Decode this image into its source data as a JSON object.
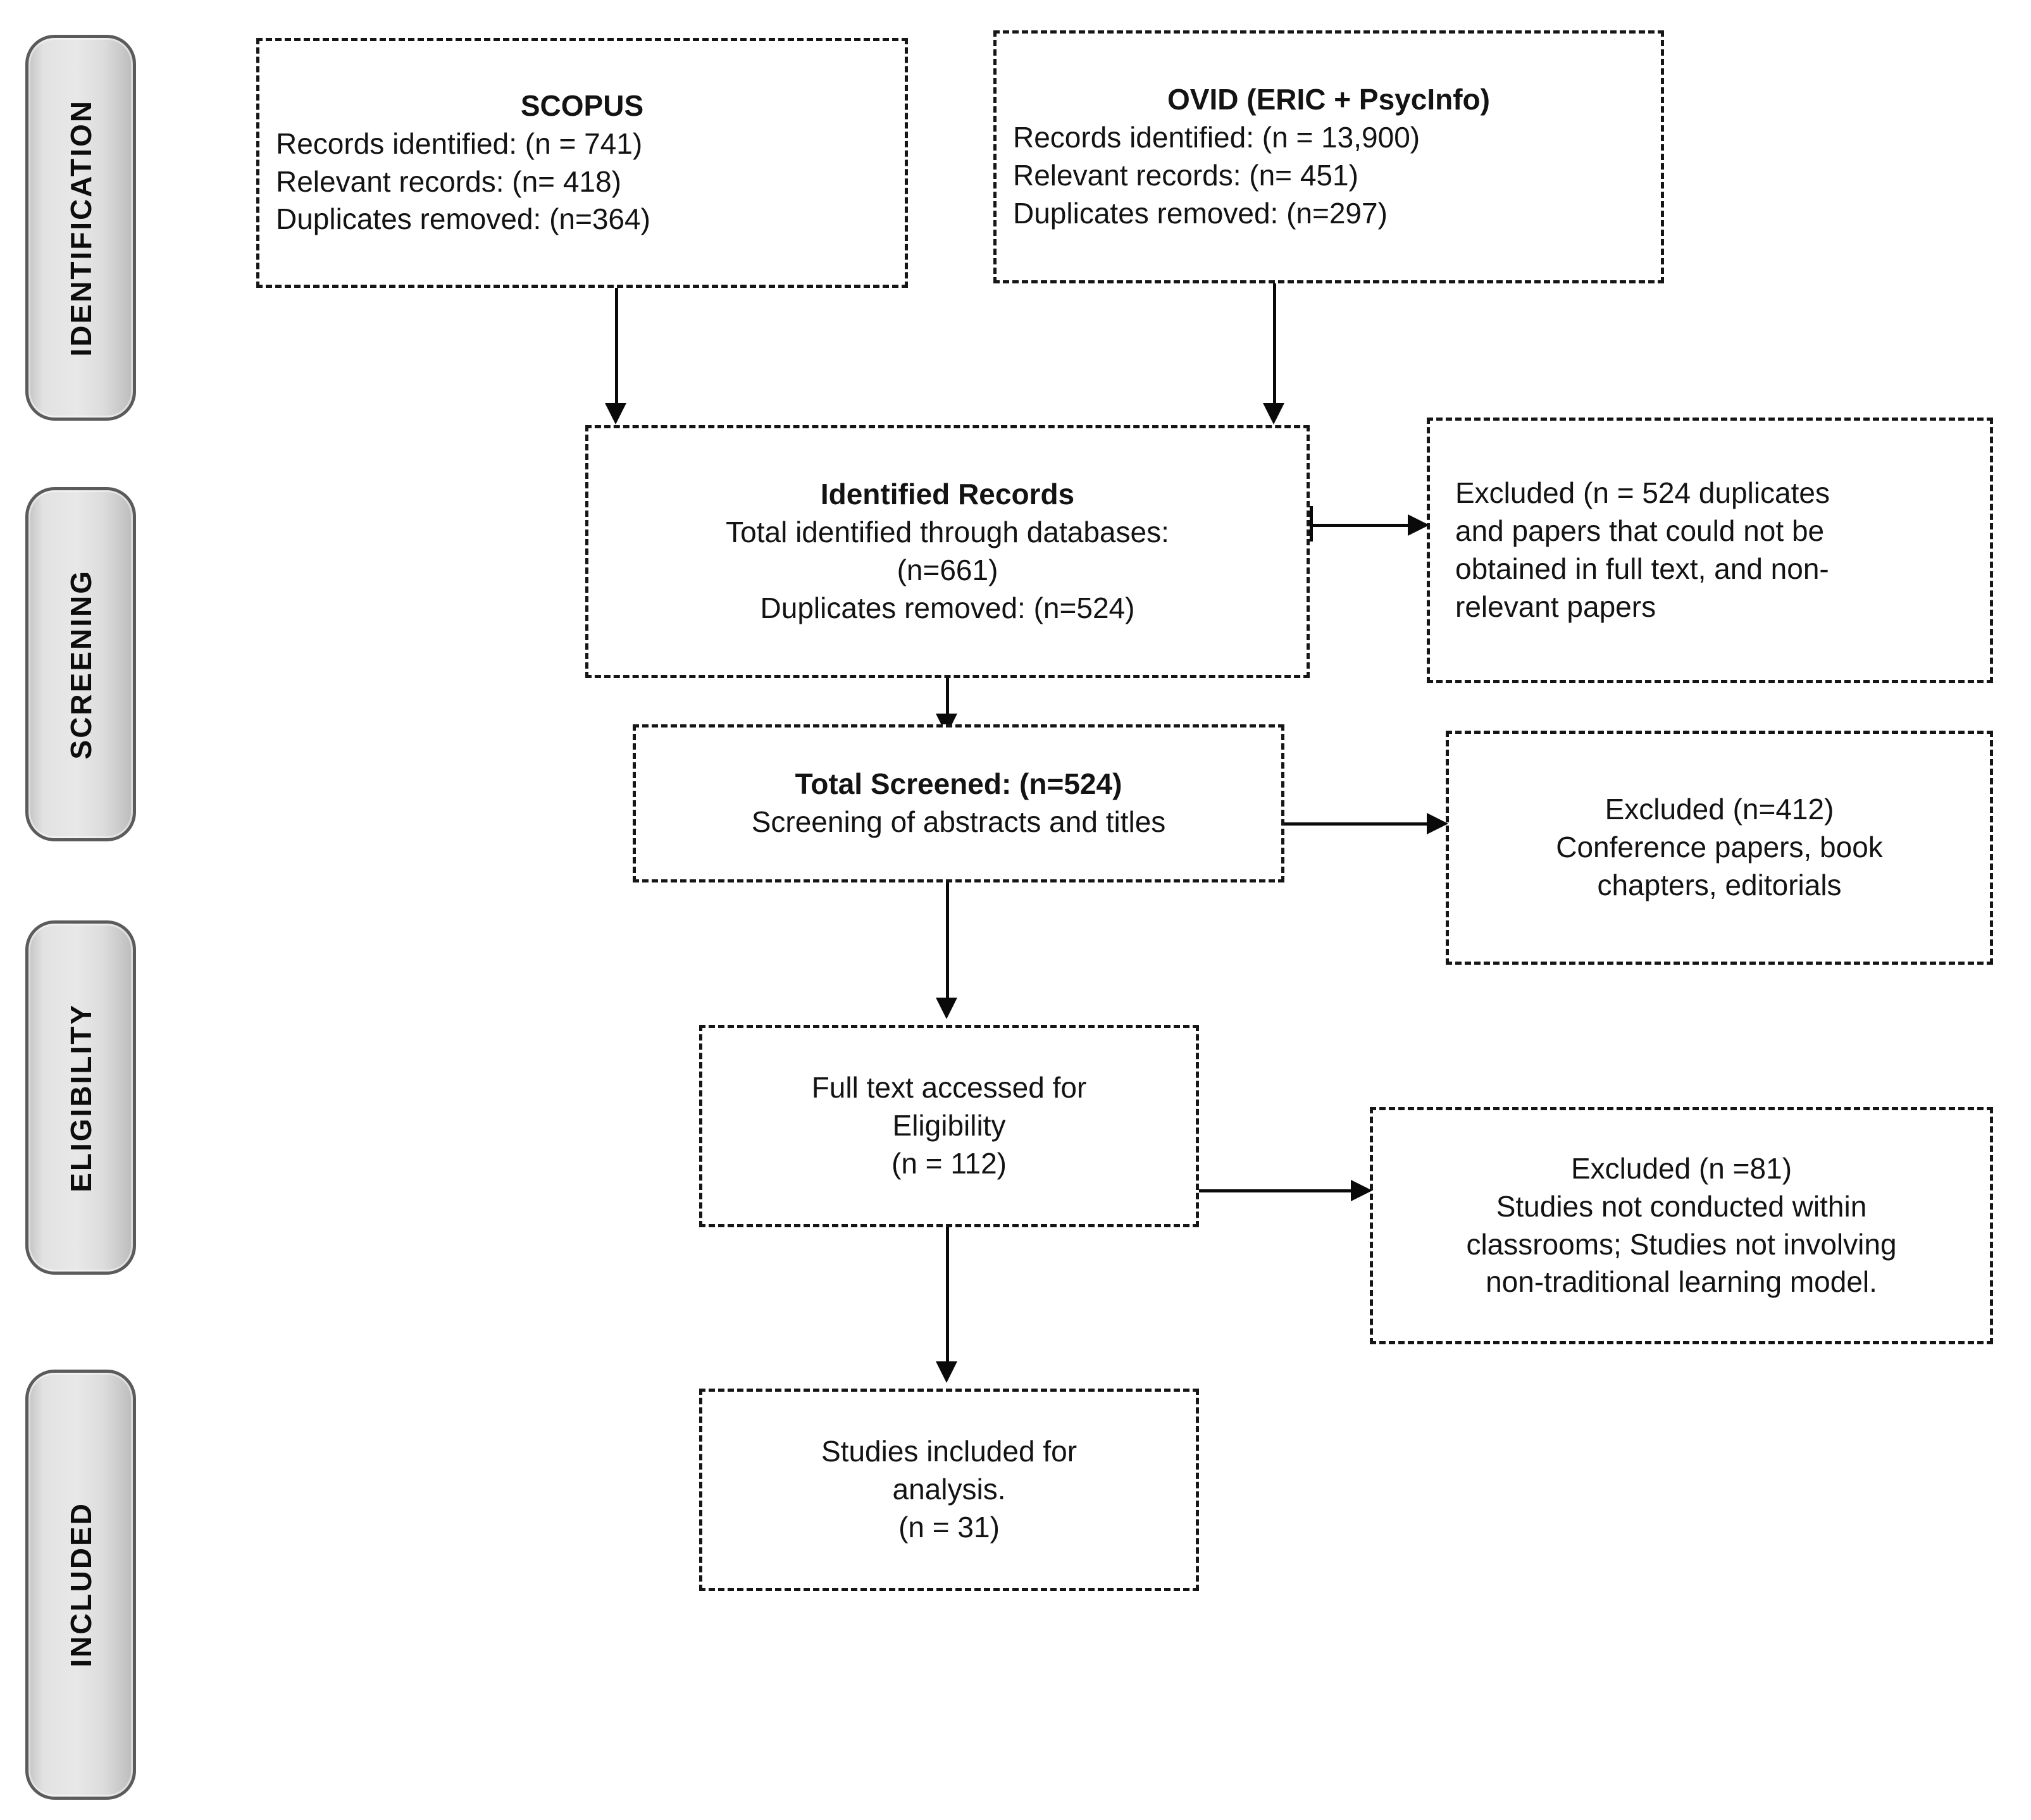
{
  "diagram": {
    "type": "prisma-flow-diagram",
    "stages": [
      {
        "id": "identification",
        "label": "IDENTIFICATION"
      },
      {
        "id": "screening",
        "label": "SCREENING"
      },
      {
        "id": "eligibility",
        "label": "ELIGIBILITY"
      },
      {
        "id": "included",
        "label": "INCLUDED"
      }
    ],
    "boxes": {
      "scopus": {
        "title": "SCOPUS",
        "lines": [
          "Records identified: (n = 741)",
          "Relevant records: (n= 418)",
          "Duplicates removed: (n=364)"
        ]
      },
      "ovid": {
        "title": "OVID (ERIC + PsycInfo)",
        "lines": [
          "Records identified: (n = 13,900)",
          "Relevant records: (n= 451)",
          "Duplicates removed: (n=297)"
        ]
      },
      "identified_records": {
        "title": "Identified Records",
        "lines": [
          "Total identified through databases:",
          "(n=661)",
          "Duplicates removed: (n=524)"
        ]
      },
      "excluded_duplicates": {
        "lines": [
          "Excluded (n = 524 duplicates",
          "and papers that could not be",
          "obtained in full text, and non-",
          "relevant papers"
        ]
      },
      "total_screened": {
        "title": "Total Screened: (n=524)",
        "lines": [
          "Screening of abstracts and titles"
        ]
      },
      "excluded_conference": {
        "lines": [
          "Excluded (n=412)",
          "Conference papers, book",
          "chapters, editorials"
        ]
      },
      "full_text": {
        "lines": [
          "Full text accessed for",
          "Eligibility",
          "(n = 112)"
        ]
      },
      "excluded_classroom": {
        "lines": [
          "Excluded (n =81)",
          "Studies not conducted within",
          "classrooms; Studies not involving",
          "non-traditional learning model."
        ]
      },
      "studies_included": {
        "lines": [
          "Studies included for",
          "analysis.",
          "(n = 31)"
        ]
      }
    },
    "colors": {
      "box_border": "#161616",
      "connector": "#0a0a0a",
      "pill_border": "#5b5b5b",
      "pill_fill": "#e2e2e2",
      "text": "#131313",
      "background": "#ffffff"
    }
  }
}
